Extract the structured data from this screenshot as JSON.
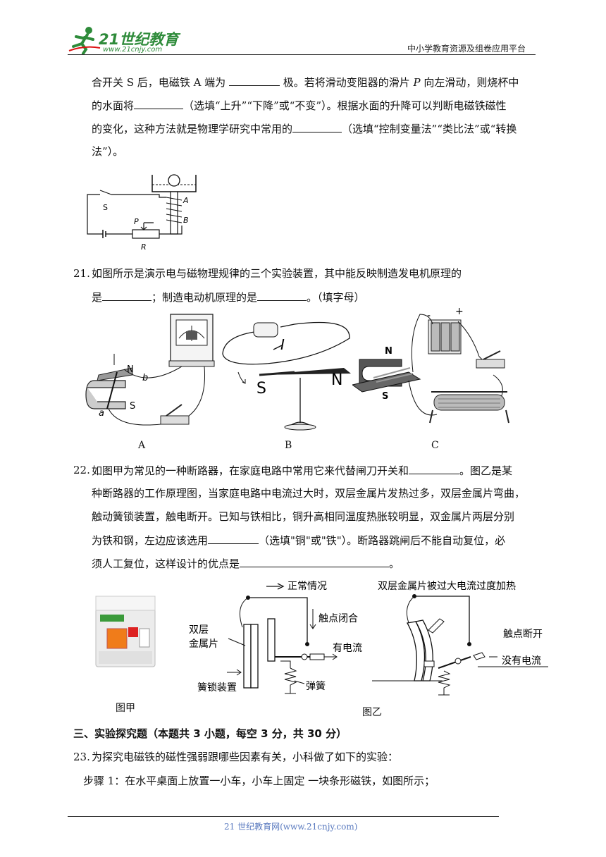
{
  "header": {
    "logo_text": "21世纪教育",
    "logo_url": "www.21cnjy.com",
    "platform": "中小学教育资源及组卷应用平台"
  },
  "q20": {
    "line1a": "合开关 S 后，电磁铁 A 端为",
    "line1b": "极。若将滑动变阻器的滑片",
    "line1c": "P",
    "line1d": "向左滑动，则烧杯中",
    "line2a": "的水面将",
    "line2b": "（选填“上升”“下降”或“不变”）。根据水面的升降可以判断电磁铁磁性",
    "line3a": "的变化，这种方法就是物理学研究中常用的",
    "line3b": "（选填“控制变量法”“类比法”或“转换",
    "line4": "法”）。",
    "fig": {
      "s": "S",
      "a": "A",
      "b": "B",
      "p": "P",
      "r": "R"
    }
  },
  "q21": {
    "num": "21.",
    "line1": "如图所示是演示电与磁物理规律的三个实验装置，其中能反映制造发电机原理的",
    "line2a": "是",
    "line2b": "；制造电动机原理的是",
    "line2c": "。（填字母）",
    "figA": {
      "n": "N",
      "b": "b",
      "s": "S",
      "a": "a",
      "label": "A"
    },
    "figB": {
      "i": "I",
      "s": "S",
      "n": "N",
      "label": "B"
    },
    "figC": {
      "n": "N",
      "s": "S",
      "minus": "-",
      "plus": "+",
      "label": "C"
    }
  },
  "q22": {
    "num": "22.",
    "line1a": "如图甲为常见的一种断路器，在家庭电路中常用它来代替闸刀开关和",
    "line1b": "。图乙是某",
    "line2": "种断路器的工作原理图，当家庭电路中电流过大时，双层金属片发热过多，双层金属片弯曲，",
    "line3": "触动簧锁装置，触电断开。已知与铁相比，铜升高相同温度热胀较明显，双金属片两层分别",
    "line4a": "为铁和钢，左边应该选用",
    "line4b": "（选填\"铜\"或\"铁\"）。断路器跳闸后不能自动复位，必",
    "line5a": "须人工复位，这样设计的优点是",
    "line5b": "。",
    "fig_left": {
      "l1": "正常情况",
      "l2": "触点闭合",
      "l3": "双层",
      "l4": "金属片",
      "l5": "有电流",
      "l6": "簧锁装置",
      "l7": "弹簧"
    },
    "fig_right": {
      "l1": "双层金属片被过大电流过度加热",
      "l2": "触点断开",
      "l3": "没有电流"
    },
    "cap_jia": "图甲",
    "cap_yi": "图乙"
  },
  "section3": {
    "title": "三、实验探究题（本题共 3 小题，每空 3 分，共 30 分）"
  },
  "q23": {
    "num": "23.",
    "line1": "为探究电磁铁的磁性强弱跟哪些因素有关，小科做了如下的实验：",
    "line2": "步骤 1：在水平桌面上放置一小车，小车上固定  一块条形磁铁，如图所示；"
  },
  "footer": {
    "text": "21 世纪教育网(www.21cnjy.com)"
  }
}
